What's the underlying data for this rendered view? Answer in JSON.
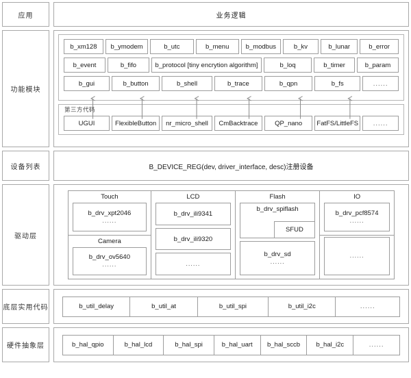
{
  "layers": [
    {
      "id": "application",
      "label": "应用",
      "content": "业务逻辑"
    },
    {
      "id": "function-modules",
      "label": "功能模块",
      "rows": [
        {
          "cells": [
            {
              "text": "b_xm128",
              "flex": 1.02
            },
            {
              "text": "b_ymodem",
              "flex": 1.1
            },
            {
              "text": "b_utc",
              "flex": 1.12
            },
            {
              "text": "b_menu",
              "flex": 1.12
            },
            {
              "text": "b_modbus",
              "flex": 1.02
            },
            {
              "text": "b_kv",
              "flex": 0.92
            },
            {
              "text": "b_lunar",
              "flex": 0.95
            },
            {
              "text": "b_error",
              "flex": 1.0
            }
          ]
        },
        {
          "cells": [
            {
              "text": "b_event",
              "flex": 1.02
            },
            {
              "text": "b_fifo",
              "flex": 1.02
            },
            {
              "text": "b_protocol [tiny encrytion algorithm]",
              "flex": 2.75
            },
            {
              "text": "b_loq",
              "flex": 1.18
            },
            {
              "text": "b_timer",
              "flex": 1.0
            },
            {
              "text": "b_param",
              "flex": 1.02
            }
          ]
        },
        {
          "cells": [
            {
              "text": "b_gui",
              "flex": 1.0
            },
            {
              "text": "b_button",
              "flex": 1.05
            },
            {
              "text": "b_shell",
              "flex": 1.1
            },
            {
              "text": "b_trace",
              "flex": 1.05
            },
            {
              "text": "b_qpn",
              "flex": 1.05
            },
            {
              "text": "b_fs",
              "flex": 1.0
            },
            {
              "text": "......",
              "flex": 0.78,
              "dots": true
            }
          ]
        }
      ],
      "third_party": {
        "label": "第三方代码",
        "cells": [
          {
            "text": "UGUI",
            "flex": 1.0
          },
          {
            "text": "FlexibleButton",
            "flex": 1.05
          },
          {
            "text": "nr_micro_shell",
            "flex": 1.1
          },
          {
            "text": "CmBacktrace",
            "flex": 1.05
          },
          {
            "text": "QP_nano",
            "flex": 1.05
          },
          {
            "text": "FatFS/LittleFS",
            "flex": 1.0
          },
          {
            "text": "......",
            "flex": 0.78,
            "dots": true
          }
        ]
      },
      "arrows": [
        {
          "x": 0.086
        },
        {
          "x": 0.225
        },
        {
          "x": 0.379
        },
        {
          "x": 0.527
        },
        {
          "x": 0.672
        },
        {
          "x": 0.812
        }
      ]
    },
    {
      "id": "device-list",
      "label": "设备列表",
      "content": "B_DEVICE_REG(dev, driver_interface, desc)注册设备"
    },
    {
      "id": "driver-layer",
      "label": "驱动层",
      "columns": [
        {
          "name": "touch-camera",
          "flex": 1.0,
          "groups": [
            {
              "title": "Touch",
              "flex": 1.0,
              "boxes": [
                {
                  "text": "b_drv_xpt2046",
                  "dots": "......"
                }
              ]
            },
            {
              "title": "Camera",
              "flex": 1.0,
              "boxes": [
                {
                  "text": "b_drv_ov5640",
                  "dots": "......"
                }
              ]
            }
          ]
        },
        {
          "name": "lcd",
          "flex": 1.02,
          "groups": [
            {
              "title": "LCD",
              "flex": 1.0,
              "boxes": [
                {
                  "text": "b_drv_ili9341"
                },
                {
                  "text": "b_drv_ili9320"
                },
                {
                  "text": "......",
                  "isdots": true
                }
              ]
            }
          ]
        },
        {
          "name": "flash",
          "flex": 1.02,
          "groups": [
            {
              "title": "Flash",
              "flex": 1.0,
              "boxes": [
                {
                  "text": "b_drv_spiflash",
                  "nested": "SFUD"
                },
                {
                  "text": "b_drv_sd",
                  "dots": "......"
                }
              ]
            }
          ]
        },
        {
          "name": "io",
          "flex": 0.9,
          "groups": [
            {
              "title": "IO",
              "flex": 1.0,
              "boxes": [
                {
                  "text": "b_drv_pcf8574",
                  "dots": "......"
                }
              ]
            },
            {
              "title": "",
              "flex": 1.0,
              "boxes": [
                {
                  "text": "......",
                  "isdots": true
                }
              ]
            }
          ]
        }
      ]
    },
    {
      "id": "low-level-util",
      "label": "底层实用代码",
      "cells": [
        {
          "text": "b_util_delay",
          "flex": 1.0
        },
        {
          "text": "b_util_at",
          "flex": 1.0
        },
        {
          "text": "b_util_spi",
          "flex": 1.05
        },
        {
          "text": "b_util_i2c",
          "flex": 1.0
        },
        {
          "text": "......",
          "flex": 0.95,
          "dots": true
        }
      ]
    },
    {
      "id": "hal",
      "label": "硬件抽象层",
      "cells": [
        {
          "text": "b_hal_qpio",
          "flex": 1.0
        },
        {
          "text": "b_hal_lcd",
          "flex": 1.0
        },
        {
          "text": "b_hal_spi",
          "flex": 1.0
        },
        {
          "text": "b_hal_uart",
          "flex": 0.92
        },
        {
          "text": "b_hal_sccb",
          "flex": 0.92
        },
        {
          "text": "b_hal_i2c",
          "flex": 0.92
        },
        {
          "text": "......",
          "flex": 0.92,
          "dots": true
        }
      ]
    }
  ],
  "colors": {
    "border": "#9c9c9c",
    "frame": "#b5b5b5",
    "outer": "#a8a8a8",
    "text": "#1a1a1a",
    "arrow": "#8a8a8a"
  }
}
